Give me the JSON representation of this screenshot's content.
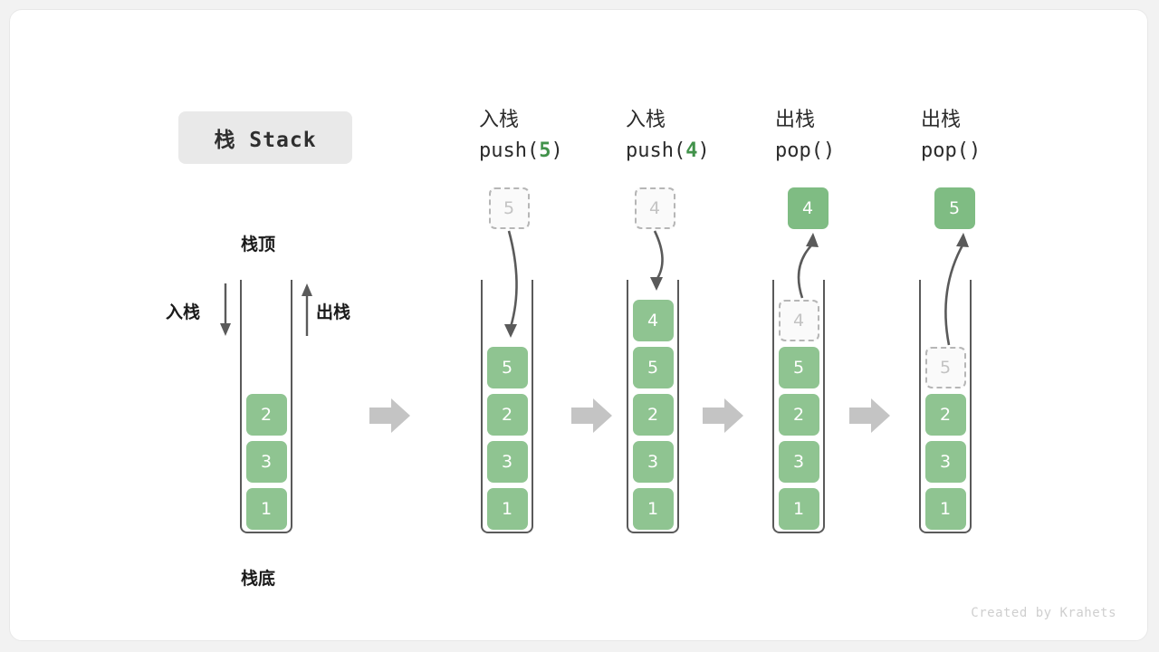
{
  "title_chip": "栈 Stack",
  "labels": {
    "top": "栈顶",
    "bottom": "栈底",
    "push_side": "入栈",
    "pop_side": "出栈"
  },
  "footer": "Created by Krahets",
  "colors": {
    "cell_fill": "#8fc491",
    "cell_text": "#ffffff",
    "ghost_fill": "#fafafa",
    "ghost_border": "#b6b6b6",
    "ghost_text": "#c3c3c3",
    "tube_border": "#5a5a5a",
    "step_arrow": "#c4c4c4",
    "accent_green": "#41924a",
    "chip_bg": "#e9e9e9",
    "card_bg": "#ffffff",
    "page_bg": "#f2f2f2"
  },
  "operations": [
    {
      "cn": "入栈",
      "code_prefix": "push(",
      "arg": "5",
      "code_suffix": ")"
    },
    {
      "cn": "入栈",
      "code_prefix": "push(",
      "arg": "4",
      "code_suffix": ")"
    },
    {
      "cn": "出栈",
      "code_prefix": "pop(",
      "arg": "",
      "code_suffix": ")"
    },
    {
      "cn": "出栈",
      "code_prefix": "pop(",
      "arg": "",
      "code_suffix": ")"
    }
  ],
  "stacks": [
    {
      "name": "initial",
      "incoming": null,
      "ghost_top": null,
      "popped": null,
      "cells": [
        "2",
        "3",
        "1"
      ]
    },
    {
      "name": "after-push-5",
      "incoming": "5",
      "ghost_top": null,
      "popped": null,
      "cells": [
        "5",
        "2",
        "3",
        "1"
      ]
    },
    {
      "name": "after-push-4",
      "incoming": "4",
      "ghost_top": null,
      "popped": null,
      "cells": [
        "4",
        "5",
        "2",
        "3",
        "1"
      ]
    },
    {
      "name": "after-pop-4",
      "incoming": null,
      "ghost_top": "4",
      "popped": "4",
      "cells": [
        "5",
        "2",
        "3",
        "1"
      ]
    },
    {
      "name": "after-pop-5",
      "incoming": null,
      "ghost_top": "5",
      "popped": "5",
      "cells": [
        "2",
        "3",
        "1"
      ]
    }
  ]
}
